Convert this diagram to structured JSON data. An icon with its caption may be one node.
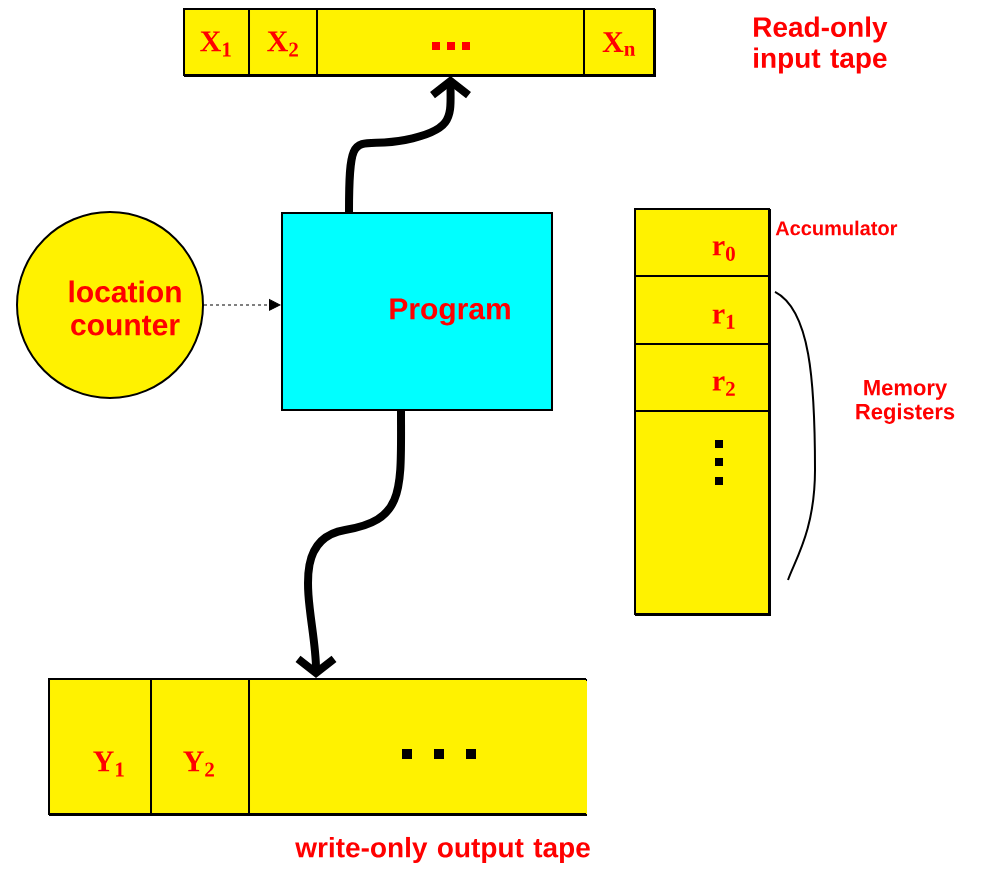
{
  "diagram": {
    "nodes": [
      {
        "text": [
          "Read-only input tape"
        ]
      },
      {
        "text": [
          "X$_{1}$"
        ],
        "in": 0
      },
      {
        "text": [
          "X$_{2}$"
        ],
        "in": 0
      },
      {
        "text": [],
        "shape": "box",
        "in": 0
      },
      {
        "text": [
          "X$_{n}$"
        ],
        "in": 0
      },
      {
        "text": [
          "location counter"
        ]
      },
      {
        "text": [
          "Program"
        ]
      },
      {
        "text": [],
        "shape": "box"
      },
      {
        "text": [
          "r$_{0}$"
        ],
        "in": 7,
        "beside": [
          "Accumulator"
        ]
      },
      {
        "text": [
          "r$_{1}$"
        ],
        "in": 7
      },
      {
        "text": [
          "r$_{2}$"
        ],
        "in": 7
      },
      {
        "text": [],
        "shape": "box",
        "in": 7
      },
      {
        "text": [
          "write-only output tape"
        ]
      },
      {
        "text": [
          "Y$_{1}$"
        ],
        "in": 12
      },
      {
        "text": [
          "Y$_{2}$"
        ],
        "in": 12
      },
      {
        "text": [],
        "shape": "box",
        "in": 12
      }
    ],
    "edges": [
      {
        "from": 6,
        "to": 3,
        "arrow": "to"
      },
      {
        "from": 5,
        "to": 6,
        "arrow": "to",
        "style": "dashed"
      },
      {
        "from": 6,
        "to": 15,
        "arrow": "to"
      }
    ],
    "labels": [
      "Memory Registers"
    ]
  }
}
